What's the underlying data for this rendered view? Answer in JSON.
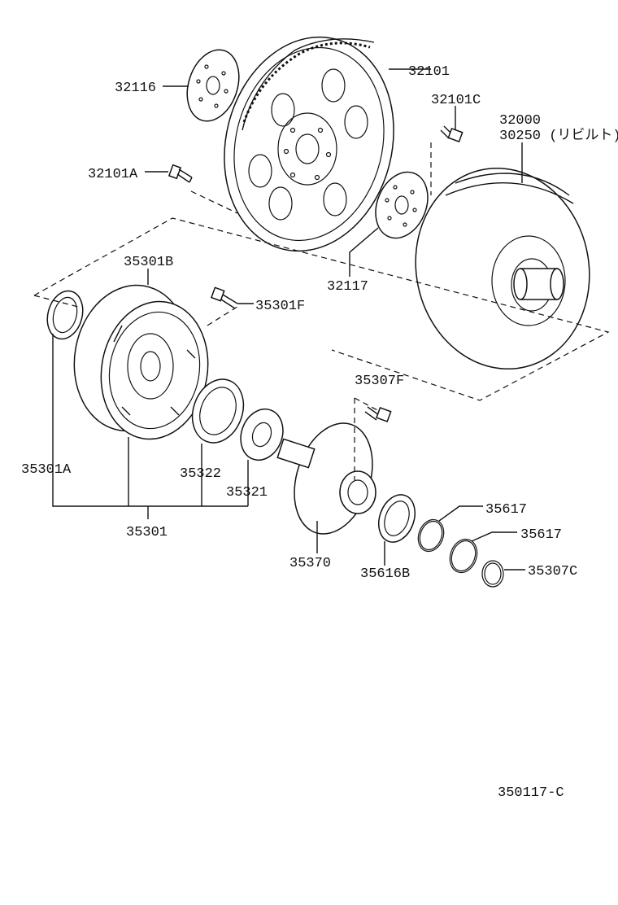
{
  "diagram_id": "350117-C",
  "labels": {
    "p32116": "32116",
    "p32101": "32101",
    "p32101c": "32101C",
    "p32000": "32000",
    "p30250": "30250 (リビルト)",
    "p32101a": "32101A",
    "p32117": "32117",
    "p35301b": "35301B",
    "p35301f": "35301F",
    "p35307f": "35307F",
    "p35301a": "35301A",
    "p35322": "35322",
    "p35321": "35321",
    "p35301": "35301",
    "p35617a": "35617",
    "p35617b": "35617",
    "p35370": "35370",
    "p35616b": "35616B",
    "p35307c": "35307C"
  }
}
